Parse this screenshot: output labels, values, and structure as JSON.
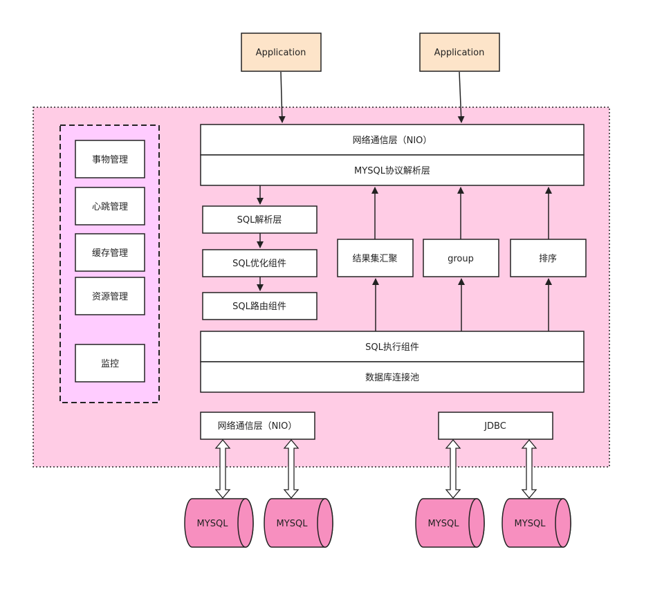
{
  "apps": [
    "Application",
    "Application"
  ],
  "left_panel": [
    "事物管理",
    "心跳管理",
    "缓存管理",
    "资源管理",
    "监控"
  ],
  "top_stack": {
    "nio": "网络通信层（NIO）",
    "protocol": "MYSQL协议解析层"
  },
  "sql_chain": [
    "SQL解析层",
    "SQL优化组件",
    "SQL路由组件"
  ],
  "result_boxes": [
    "结果集汇聚",
    "group",
    "排序"
  ],
  "bottom_stack": {
    "exec": "SQL执行组件",
    "pool": "数据库连接池"
  },
  "connectors": {
    "nio": "网络通信层（NIO）",
    "jdbc": "JDBC"
  },
  "databases": [
    "MYSQL",
    "MYSQL",
    "MYSQL",
    "MYSQL"
  ],
  "colors": {
    "app_fill": "#fde4c9",
    "container_fill": "#ffcce5",
    "left_panel_fill": "#ffccff",
    "db_fill": "#f78fbf",
    "box_fill": "#ffffff"
  }
}
